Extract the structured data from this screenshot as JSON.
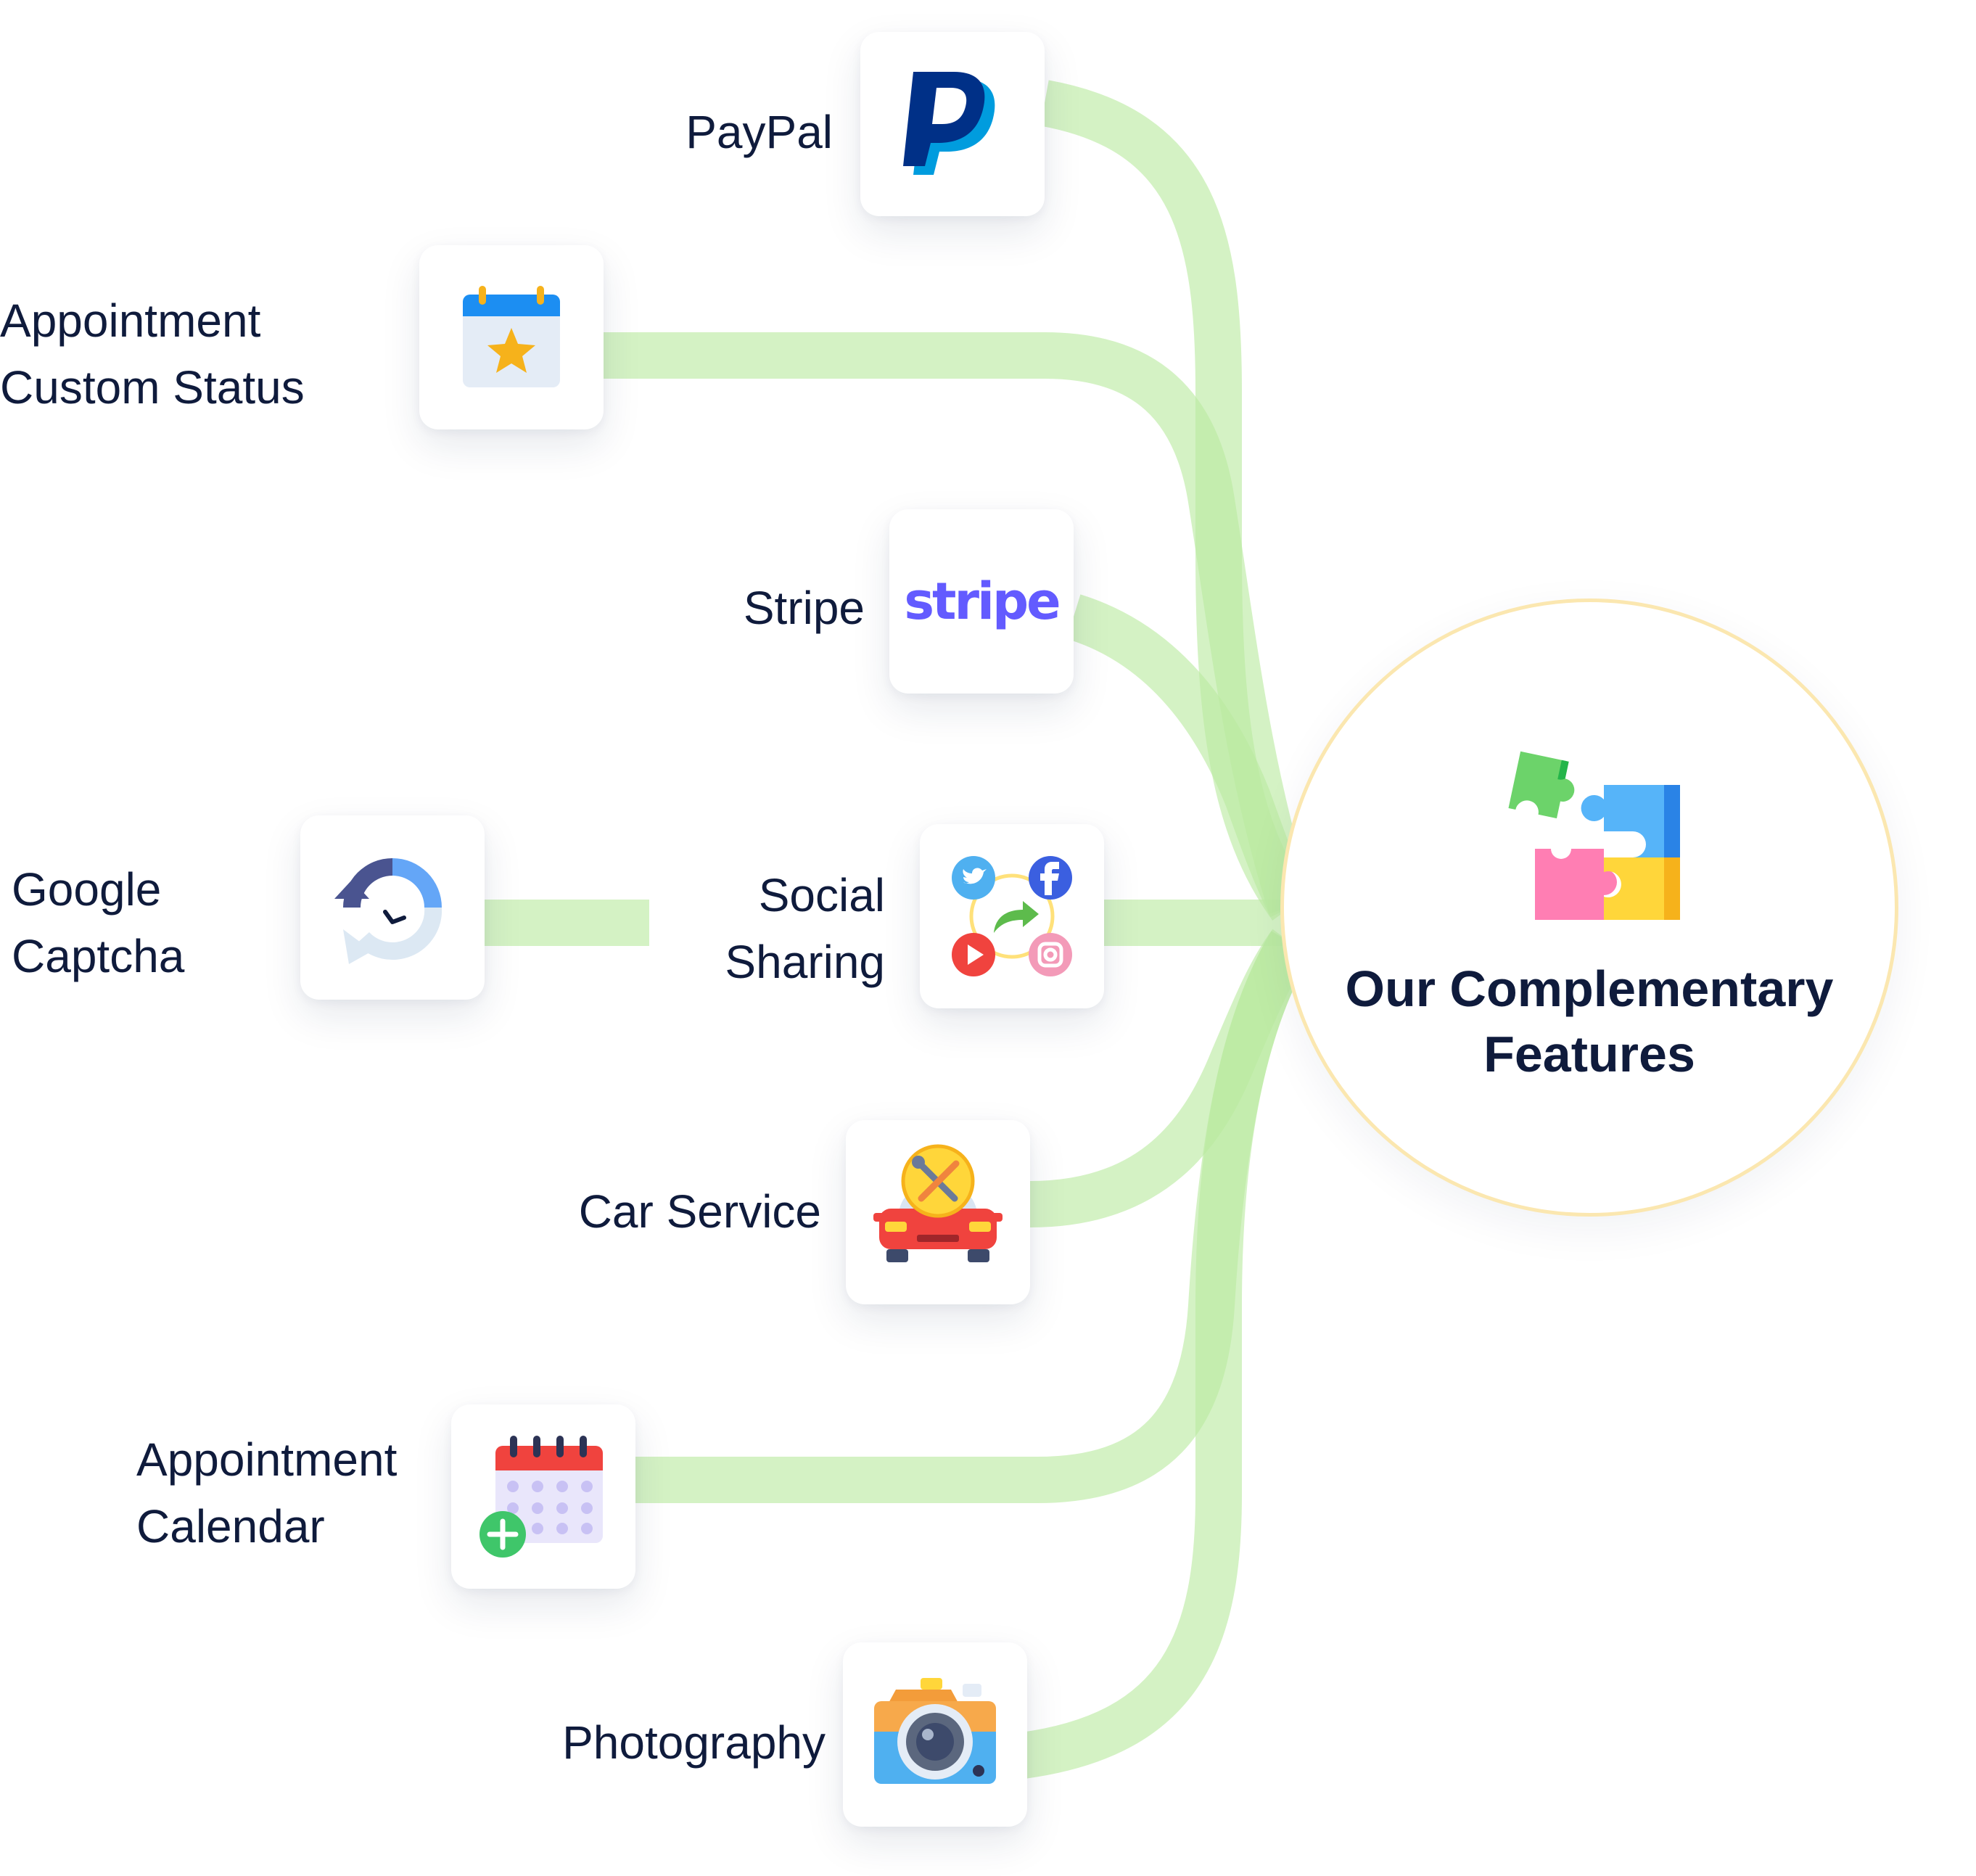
{
  "hub": {
    "title": "Our Complementary\nFeatures",
    "icon": "puzzle-pieces-icon"
  },
  "features": {
    "paypal": {
      "label": "PayPal",
      "icon": "paypal-logo-icon"
    },
    "appointment_custom_status": {
      "label": "Appointment\nCustom Status",
      "icon": "calendar-star-icon"
    },
    "stripe": {
      "label": "Stripe",
      "icon": "stripe-logo-icon",
      "logo_text": "stripe"
    },
    "google_captcha": {
      "label": "Google\nCaptcha",
      "icon": "recaptcha-icon"
    },
    "social_sharing": {
      "label": "Social\nSharing",
      "icon": "social-share-icon"
    },
    "car_service": {
      "label": "Car Service",
      "icon": "car-service-icon"
    },
    "appointment_calendar": {
      "label": "Appointment\nCalendar",
      "icon": "calendar-add-icon"
    },
    "photography": {
      "label": "Photography",
      "icon": "camera-icon"
    }
  },
  "colors": {
    "connector": "#b9eaa0",
    "text": "#0f1b3c",
    "hub_border": "#fbe7b0",
    "stripe": "#635bff",
    "paypal_dark": "#003087",
    "paypal_light": "#009cde"
  }
}
